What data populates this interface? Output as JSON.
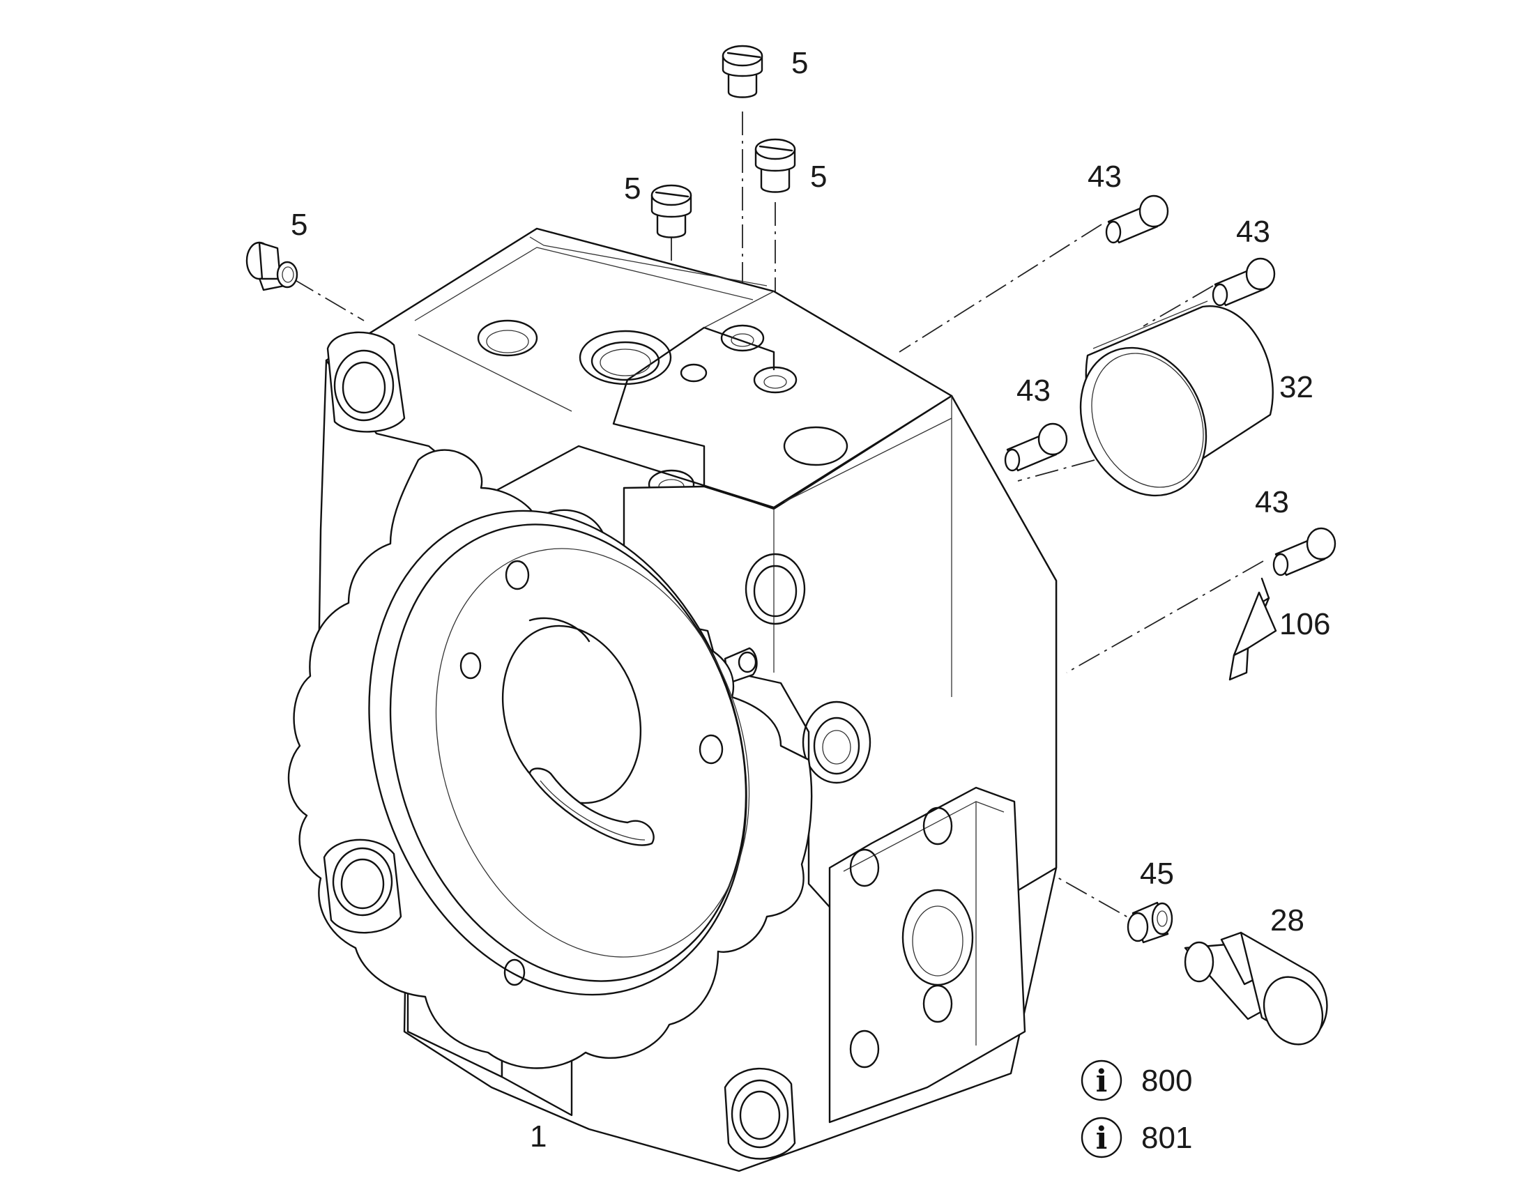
{
  "figure": {
    "line_color": "#111111",
    "background_color": "#ffffff"
  },
  "callouts": {
    "housing": "1",
    "plug_top_center": "5",
    "plug_top_right": "5",
    "plug_mid": "5",
    "plug_left": "5",
    "screw_1": "43",
    "screw_2": "43",
    "screw_3": "43",
    "screw_4": "43",
    "bushing": "32",
    "sealant": "106",
    "sleeve": "45",
    "sensor": "28"
  },
  "info_notes": [
    {
      "icon": "info-icon",
      "glyph": "i",
      "ref": "800"
    },
    {
      "icon": "info-icon",
      "glyph": "i",
      "ref": "801"
    }
  ]
}
